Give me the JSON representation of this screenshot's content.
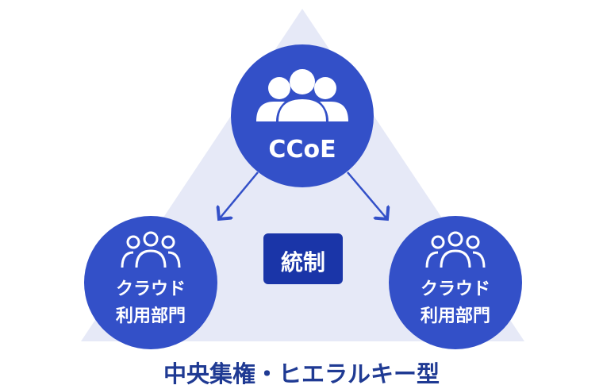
{
  "colors": {
    "triangle": "#e6e9f7",
    "circle": "#3350c8",
    "box": "#1a35a8",
    "title": "#1f3a93"
  },
  "top_node": {
    "label": "CCoE",
    "icon": "group-people-icon"
  },
  "left_node": {
    "line1": "クラウド",
    "line2": "利用部門",
    "icon": "group-people-outline-icon"
  },
  "right_node": {
    "line1": "クラウド",
    "line2": "利用部門",
    "icon": "group-people-outline-icon"
  },
  "center_box": {
    "label": "統制"
  },
  "caption": "中央集権・ヒエラルキー型"
}
